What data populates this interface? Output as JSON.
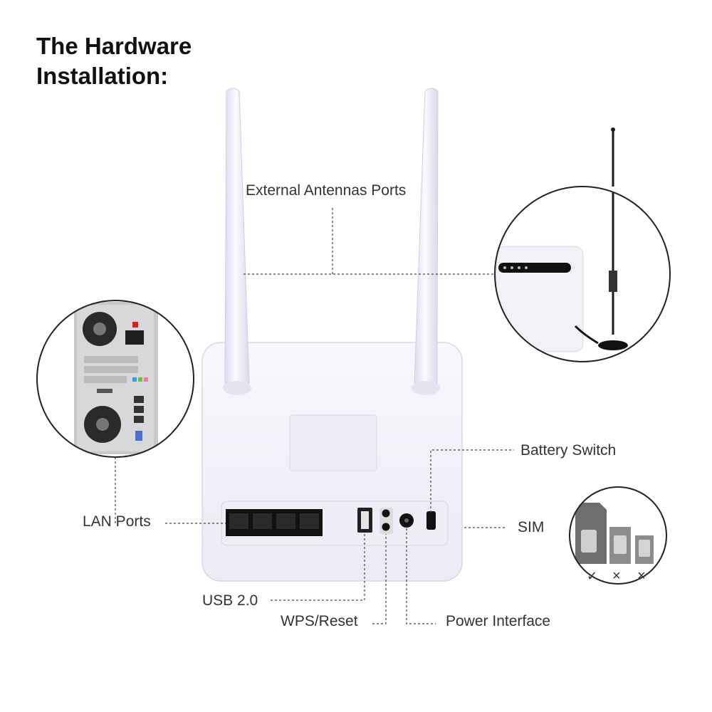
{
  "title": {
    "line1": "The Hardware",
    "line2": "Installation:"
  },
  "labels": {
    "external_antennas": "External Antennas Ports",
    "battery_switch": "Battery Switch",
    "lan_ports": "LAN Ports",
    "sim": "SIM",
    "usb": "USB 2.0",
    "wps_reset": "WPS/Reset",
    "power": "Power Interface"
  },
  "sim_marks": [
    "✓",
    "×",
    "×"
  ],
  "colors": {
    "router_body": "#f3f3fb",
    "antenna": "#f2f2fc",
    "port_black": "#111111",
    "callout_line": "#444444"
  }
}
